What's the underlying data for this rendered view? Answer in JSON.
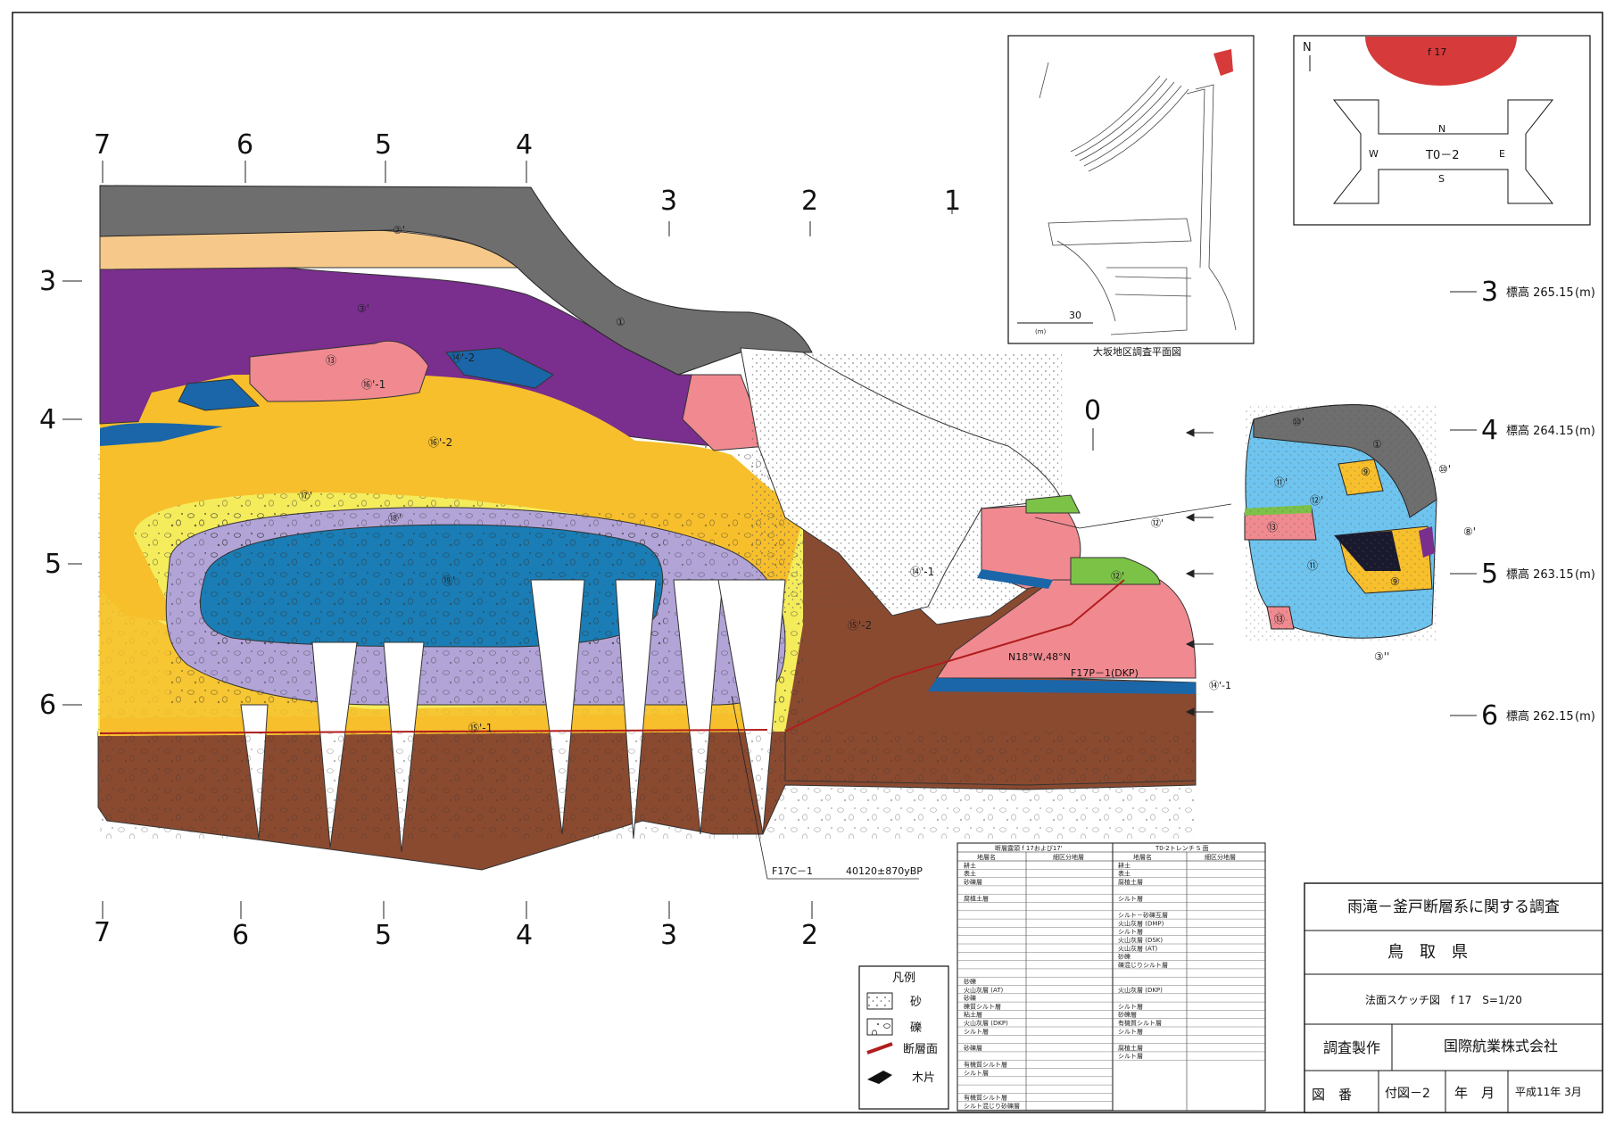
{
  "section": {
    "top_grid_labels": [
      "7",
      "6",
      "5",
      "4",
      "3",
      "2",
      "1"
    ],
    "bottom_grid_labels": [
      "7",
      "6",
      "5",
      "4",
      "3",
      "2"
    ],
    "left_level_labels": [
      "3",
      "4",
      "5",
      "6"
    ],
    "zero_label": "0",
    "units": [
      "①",
      "②'",
      "③'",
      "⑬",
      "⑭'-2",
      "⑯'-1",
      "⑯'-2",
      "⑰'",
      "⑱'",
      "⑲'",
      "⑮'-2",
      "⑭'-1",
      "⑫'",
      "⑮'-1"
    ],
    "annotations": {
      "strike": "N18°W,48°N",
      "sample_p": "F17P－1(DKP)",
      "sample_c": "F17C－1",
      "age": "40120±870yBP",
      "label_14_1": "⑭'-1",
      "label_12": "⑫'"
    }
  },
  "elevation": {
    "items": [
      {
        "n": "3",
        "text": "標高 265.15",
        "unit": "(m)"
      },
      {
        "n": "4",
        "text": "標高 264.15",
        "unit": "(m)"
      },
      {
        "n": "5",
        "text": "標高 263.15",
        "unit": "(m)"
      },
      {
        "n": "6",
        "text": "標高 262.15",
        "unit": "(m)"
      }
    ]
  },
  "inset_map": {
    "caption": "大坂地区調査平面図",
    "scale_value": "30",
    "scale_unit": "(m)"
  },
  "orientation": {
    "north": "N",
    "trench_label": "f 17",
    "trench_name": "T0－2",
    "n": "N",
    "s": "S",
    "e": "E",
    "w": "W"
  },
  "end_panel": {
    "labels": [
      "⑩'",
      "①",
      "⑨",
      "⑩'",
      "⑪'",
      "⑬",
      "⑧'",
      "⑪",
      "⑨",
      "③''",
      "⑫'",
      "⑬"
    ]
  },
  "legend": {
    "title": "凡例",
    "items": [
      "砂",
      "礫",
      "断層面",
      "木片"
    ]
  },
  "strat_table": {
    "header_left": "断層露頭 f 17および17'",
    "header_right": "T0-2トレンチ S 面",
    "subheads": [
      "地層名",
      "細区分地層",
      "地層名",
      "細区分地層"
    ],
    "left_rows": [
      "耕土",
      "表土",
      "砂礫層",
      "",
      "腐植土層",
      "",
      "",
      "",
      "",
      "",
      "",
      "",
      "",
      "",
      "砂礫",
      "火山灰層 (AT)",
      "砂礫",
      "礫質シルト層",
      "粘土層",
      "火山灰層 (DKP)",
      "シルト層",
      "",
      "砂礫層",
      "",
      "有機質シルト層",
      "シルト層",
      "",
      "",
      "有機質シルト層",
      "シルト混じり砂礫層"
    ],
    "right_rows": [
      "耕土",
      "表土",
      "腐植土層",
      "",
      "シルト層",
      "",
      "シルト－砂礫互層",
      "火山灰層 (DMP)",
      "シルト層",
      "火山灰層 (DSK)",
      "火山灰層 (AT)",
      "砂礫",
      "礫混じりシルト層",
      "",
      "",
      "火山灰層 (DKP)",
      "",
      "シルト層",
      "砂礫層",
      "有機質シルト層",
      "シルト層",
      "",
      "腐植土層",
      "シルト層"
    ]
  },
  "title_block": {
    "project": "雨滝－釜戸断層系に関する調査",
    "client": "鳥　取　県",
    "drawing": "法面スケッチ図　f 17　S=1/20",
    "made_by_label": "調査製作",
    "company": "国際航業株式会社",
    "fig_no_label": "図　番",
    "fig_no": "付図－2",
    "date_label": "年　月",
    "date": "平成11年 3月"
  }
}
